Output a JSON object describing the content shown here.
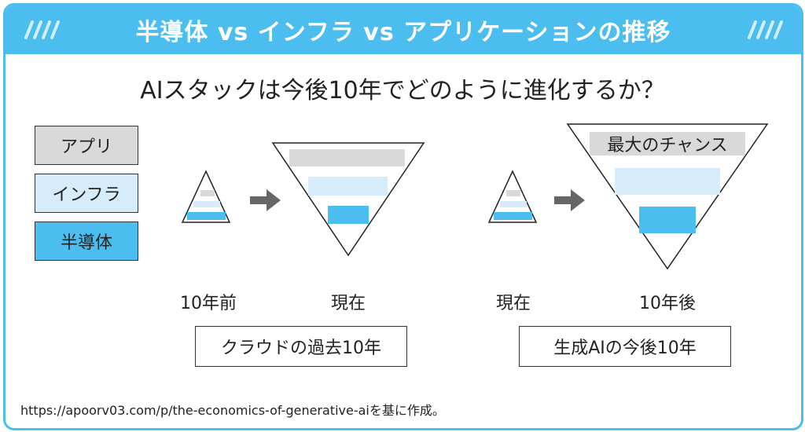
{
  "header": {
    "title": "半導体 vs インフラ vs アプリケーションの推移"
  },
  "subtitle": "AIスタックは今後10年でどのように進化するか？",
  "legend": [
    {
      "label": "アプリ",
      "color": "#d9d9d9"
    },
    {
      "label": "インフラ",
      "color": "#d6ecfa"
    },
    {
      "label": "半導体",
      "color": "#4bbdee"
    }
  ],
  "labels": {
    "ten_years_ago": "10年前",
    "now_left": "現在",
    "now_right": "現在",
    "ten_years_later": "10年後"
  },
  "captions": {
    "cloud": "クラウドの過去10年",
    "genai": "生成AIの今後10年"
  },
  "big_opportunity": "最大のチャンス",
  "source_note": "https://apoorv03.com/p/the-economics-of-generative-aiを基に作成。",
  "colors": {
    "accent": "#4bbdee",
    "app": "#d9d9d9",
    "infra": "#d6ecfa",
    "semi": "#4bbdee",
    "arrow": "#666666"
  }
}
